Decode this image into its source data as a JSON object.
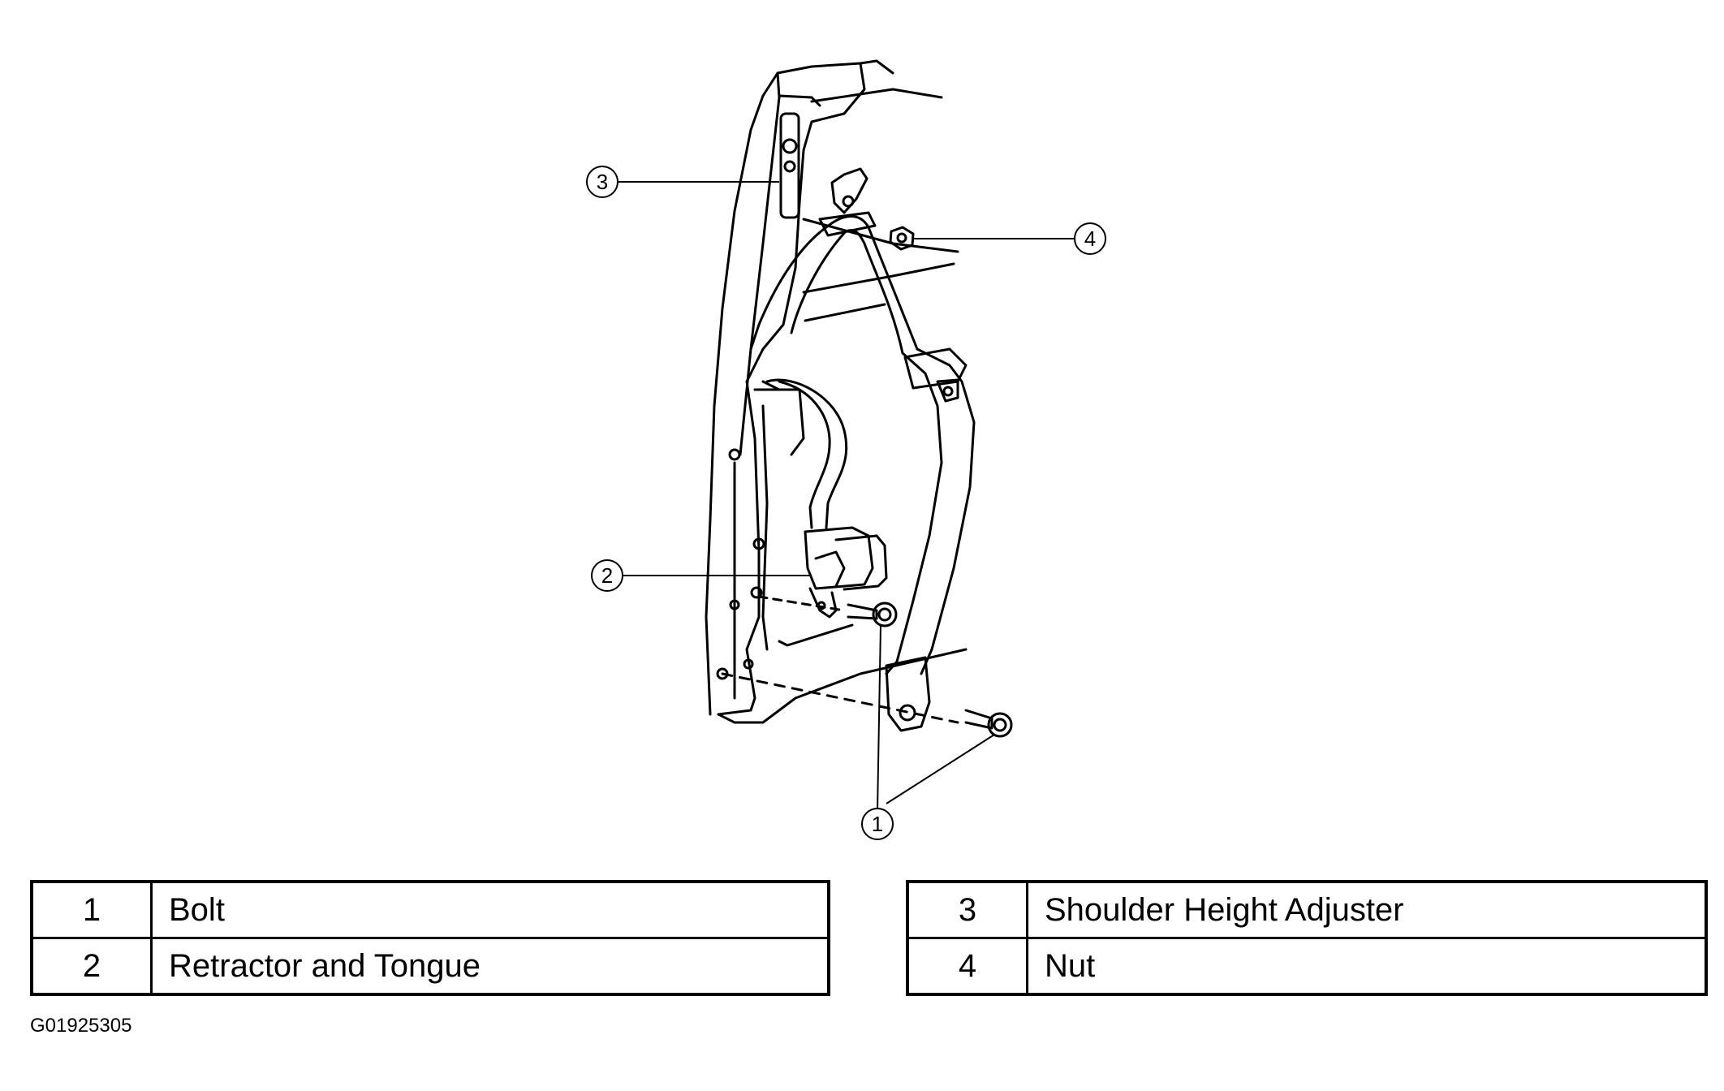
{
  "callouts": {
    "c1": "1",
    "c2": "2",
    "c3": "3",
    "c4": "4"
  },
  "legend": {
    "left": [
      {
        "num": "1",
        "label": "Bolt"
      },
      {
        "num": "2",
        "label": "Retractor and Tongue"
      }
    ],
    "right": [
      {
        "num": "3",
        "label": "Shoulder Height Adjuster"
      },
      {
        "num": "4",
        "label": "Nut"
      }
    ]
  },
  "figure_code": "G01925305"
}
